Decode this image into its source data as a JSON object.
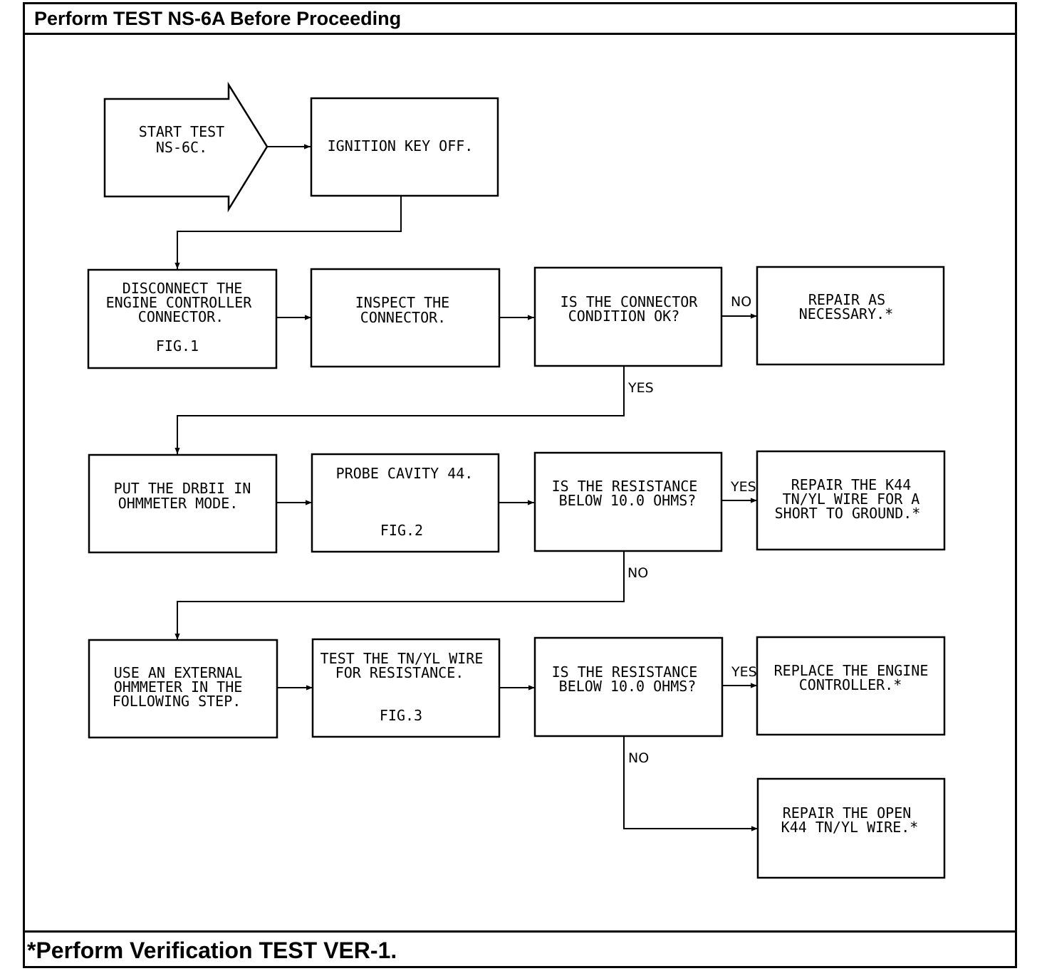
{
  "header": {
    "title": "Perform TEST NS-6A Before Proceeding"
  },
  "footer": {
    "note": "*Perform Verification TEST VER-1."
  },
  "nodes": {
    "start": {
      "lines": [
        "START TEST",
        "NS-6C."
      ]
    },
    "ignition": {
      "lines": [
        "IGNITION KEY OFF."
      ]
    },
    "disconnect": {
      "lines": [
        "DISCONNECT THE",
        "ENGINE CONTROLLER",
        "CONNECTOR."
      ],
      "fig": "FIG.1"
    },
    "inspect": {
      "lines": [
        "INSPECT THE",
        "CONNECTOR."
      ]
    },
    "q_connector": {
      "lines": [
        "IS THE CONNECTOR",
        "CONDITION OK?"
      ]
    },
    "repair_nec": {
      "lines": [
        "REPAIR AS",
        "NECESSARY.*"
      ]
    },
    "drbii": {
      "lines": [
        "PUT THE DRBII IN",
        "OHMMETER MODE."
      ]
    },
    "probe": {
      "lines": [
        "PROBE CAVITY 44."
      ],
      "fig": "FIG.2"
    },
    "q_res1": {
      "lines": [
        "IS THE RESISTANCE",
        "BELOW 10.0 OHMS?"
      ]
    },
    "repair_short": {
      "lines": [
        "REPAIR THE K44",
        "TN/YL WIRE FOR A",
        "SHORT TO GROUND.*"
      ]
    },
    "external": {
      "lines": [
        "USE AN EXTERNAL",
        "OHMMETER IN THE",
        "FOLLOWING STEP."
      ]
    },
    "test_wire": {
      "lines": [
        "TEST THE TN/YL WIRE",
        "FOR RESISTANCE."
      ],
      "fig": "FIG.3"
    },
    "q_res2": {
      "lines": [
        "IS THE RESISTANCE",
        "BELOW 10.0 OHMS?"
      ]
    },
    "replace": {
      "lines": [
        "REPLACE THE ENGINE",
        "CONTROLLER.*"
      ]
    },
    "repair_open": {
      "lines": [
        "REPAIR THE OPEN",
        "K44 TN/YL WIRE.*"
      ]
    }
  },
  "branch_labels": {
    "no_1": "NO",
    "yes_1": "YES",
    "yes_2": "YES",
    "no_2": "NO",
    "yes_3": "YES",
    "no_3": "NO"
  }
}
